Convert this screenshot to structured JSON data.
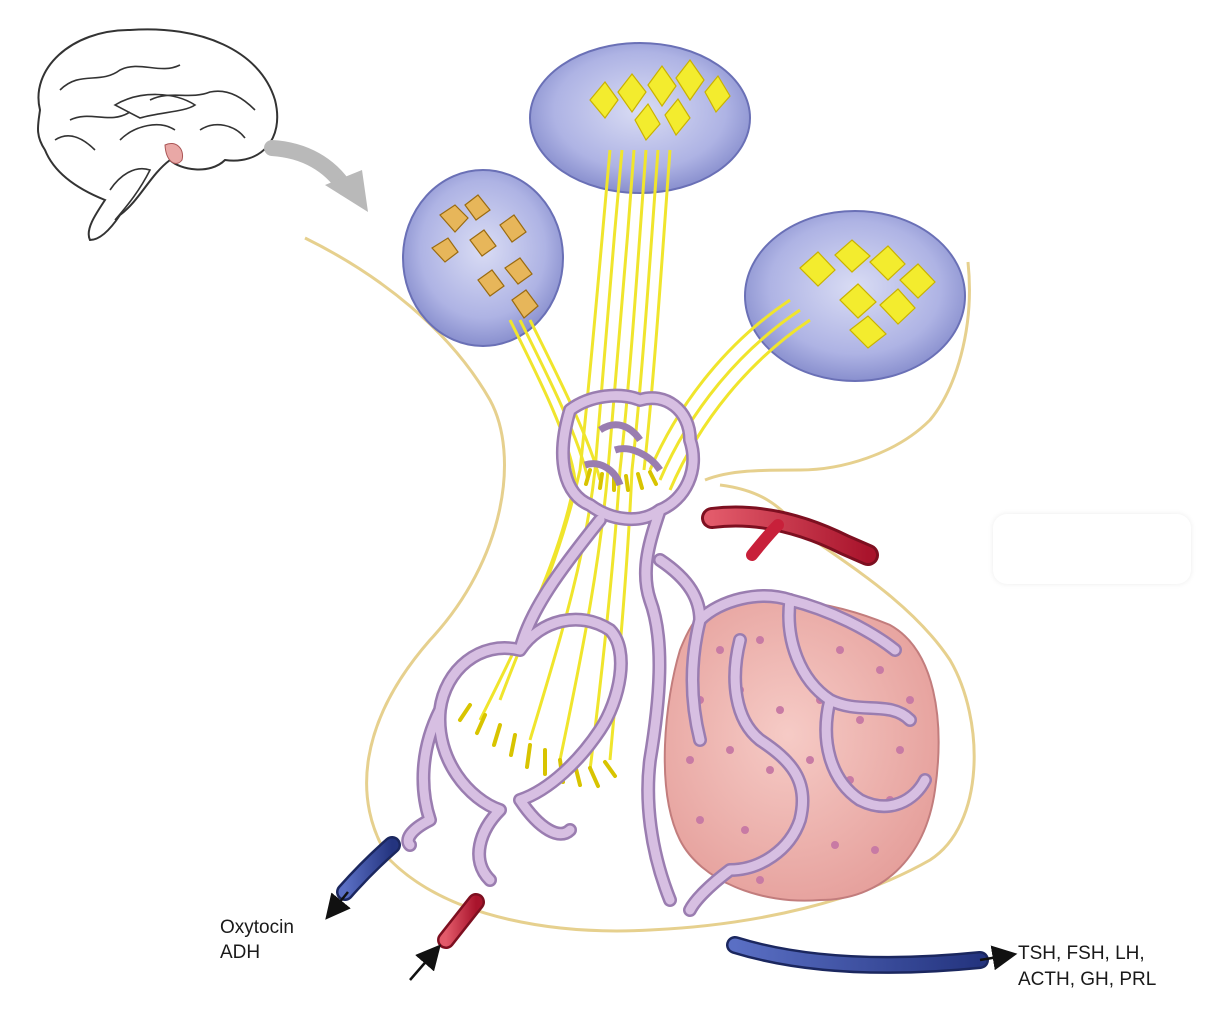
{
  "labels": {
    "posterior_hormones": [
      "Oxytocin",
      "ADH"
    ],
    "anterior_hormones": [
      "TSH, FSH, LH,",
      "ACTH, GH, PRL"
    ]
  },
  "colors": {
    "background": "#ffffff",
    "nucleus_fill": "#aeb3e4",
    "neuron_yellow": "#f3ec2e",
    "neuron_outline": "#c9b200",
    "capsule_outline": "#e6d08e",
    "capillary_lavender": "#d7bfe2",
    "capillary_outline": "#9a7db0",
    "anterior_tissue": "#efb8b4",
    "cell_nucleus": "#c87aa4",
    "artery_red": "#c8203a",
    "vein_blue": "#2d3f94",
    "arrow_gray": "#b9b9b9",
    "brain_highlight": "#e9a8a6"
  },
  "icons": [
    "brain-icon",
    "curved-arrow-icon",
    "output-arrow-icon",
    "input-arrow-icon"
  ]
}
